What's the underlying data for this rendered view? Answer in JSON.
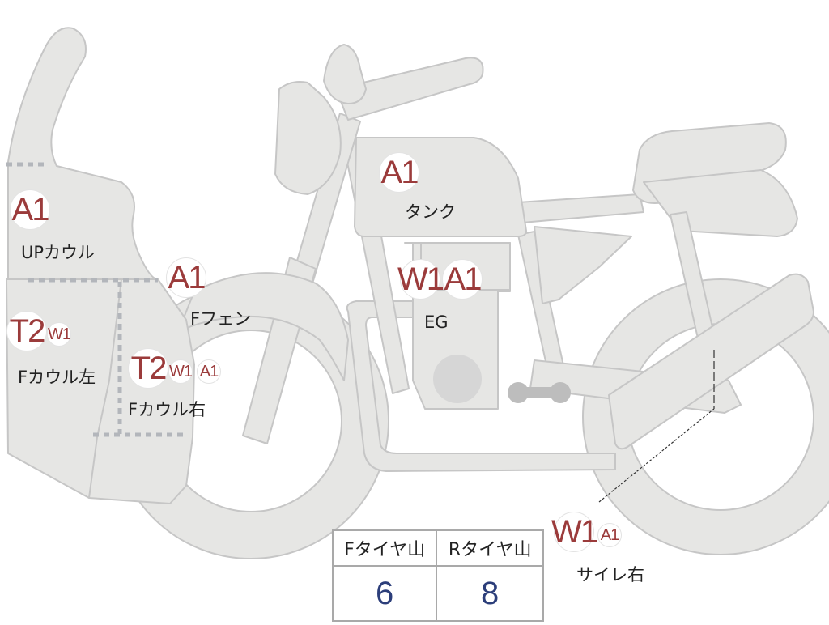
{
  "parts": {
    "up_cowl": {
      "label": "UPカウル",
      "codes": [
        "A1"
      ]
    },
    "f_cowl_left": {
      "label": "Fカウル左",
      "codes": [
        "T2",
        "W1"
      ]
    },
    "f_cowl_right": {
      "label": "Fカウル右",
      "codes": [
        "T2",
        "W1",
        "A1"
      ]
    },
    "f_fender": {
      "label": "Fフェン",
      "codes": [
        "A1"
      ]
    },
    "tank": {
      "label": "タンク",
      "codes": [
        "A1"
      ]
    },
    "engine": {
      "label": "EG",
      "codes": [
        "W1",
        "A1"
      ]
    },
    "muffler_right": {
      "label": "サイレ右",
      "codes": [
        "W1",
        "A1"
      ]
    }
  },
  "tire_table": {
    "front_header": "Fタイヤ山",
    "rear_header": "Rタイヤ山",
    "front_value": "6",
    "rear_value": "8"
  },
  "colors": {
    "body_fill": "#e6e6e4",
    "body_stroke": "#c8c8c8",
    "code_red": "#9b3b3b",
    "value_blue": "#2c3e7a"
  }
}
